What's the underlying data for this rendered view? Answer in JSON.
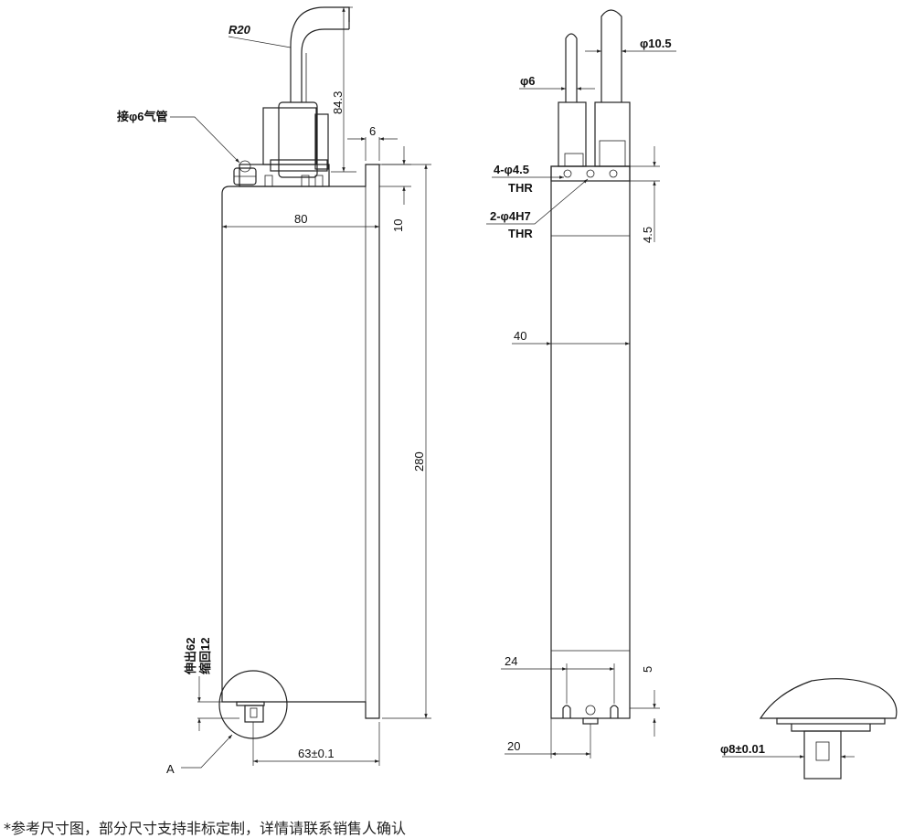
{
  "labels": {
    "r20": "R20",
    "tube": "接φ6气管",
    "d84_3": "84.3",
    "d6_top": "6",
    "d80": "80",
    "d10": "10",
    "d280": "280",
    "stroke1": "伸出62",
    "stroke2": "缩回12",
    "a_mark": "A",
    "d63": "63±0.1",
    "phi10_5": "φ10.5",
    "phi6": "φ6",
    "holes1_a": "4-φ4.5",
    "holes1_b": "THR",
    "holes2_a": "2-φ4H7",
    "holes2_b": "THR",
    "d4_5": "4.5",
    "d40": "40",
    "d24": "24",
    "d5": "5",
    "d20": "20",
    "phi8": "φ8±0.01"
  },
  "note": "*参考尺寸图，部分尺寸支持非标定制，详情请联系销售人确认"
}
